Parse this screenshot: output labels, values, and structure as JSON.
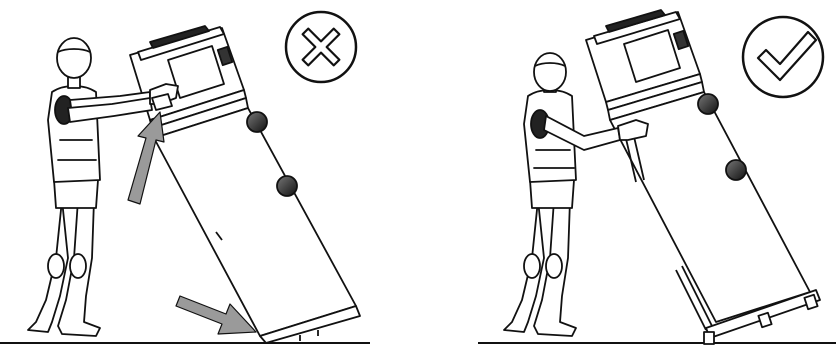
{
  "panels": [
    {
      "id": "incorrect",
      "status": "incorrect",
      "status_icon": "cross-icon",
      "arrows": [
        "push-arrow",
        "slide-arrow"
      ]
    },
    {
      "id": "correct",
      "status": "correct",
      "status_icon": "check-icon",
      "arrows": []
    }
  ],
  "colors": {
    "line": "#111111",
    "arrow_fill": "#9a9a9a",
    "background": "#ffffff",
    "knob": "#2a2a2a"
  }
}
